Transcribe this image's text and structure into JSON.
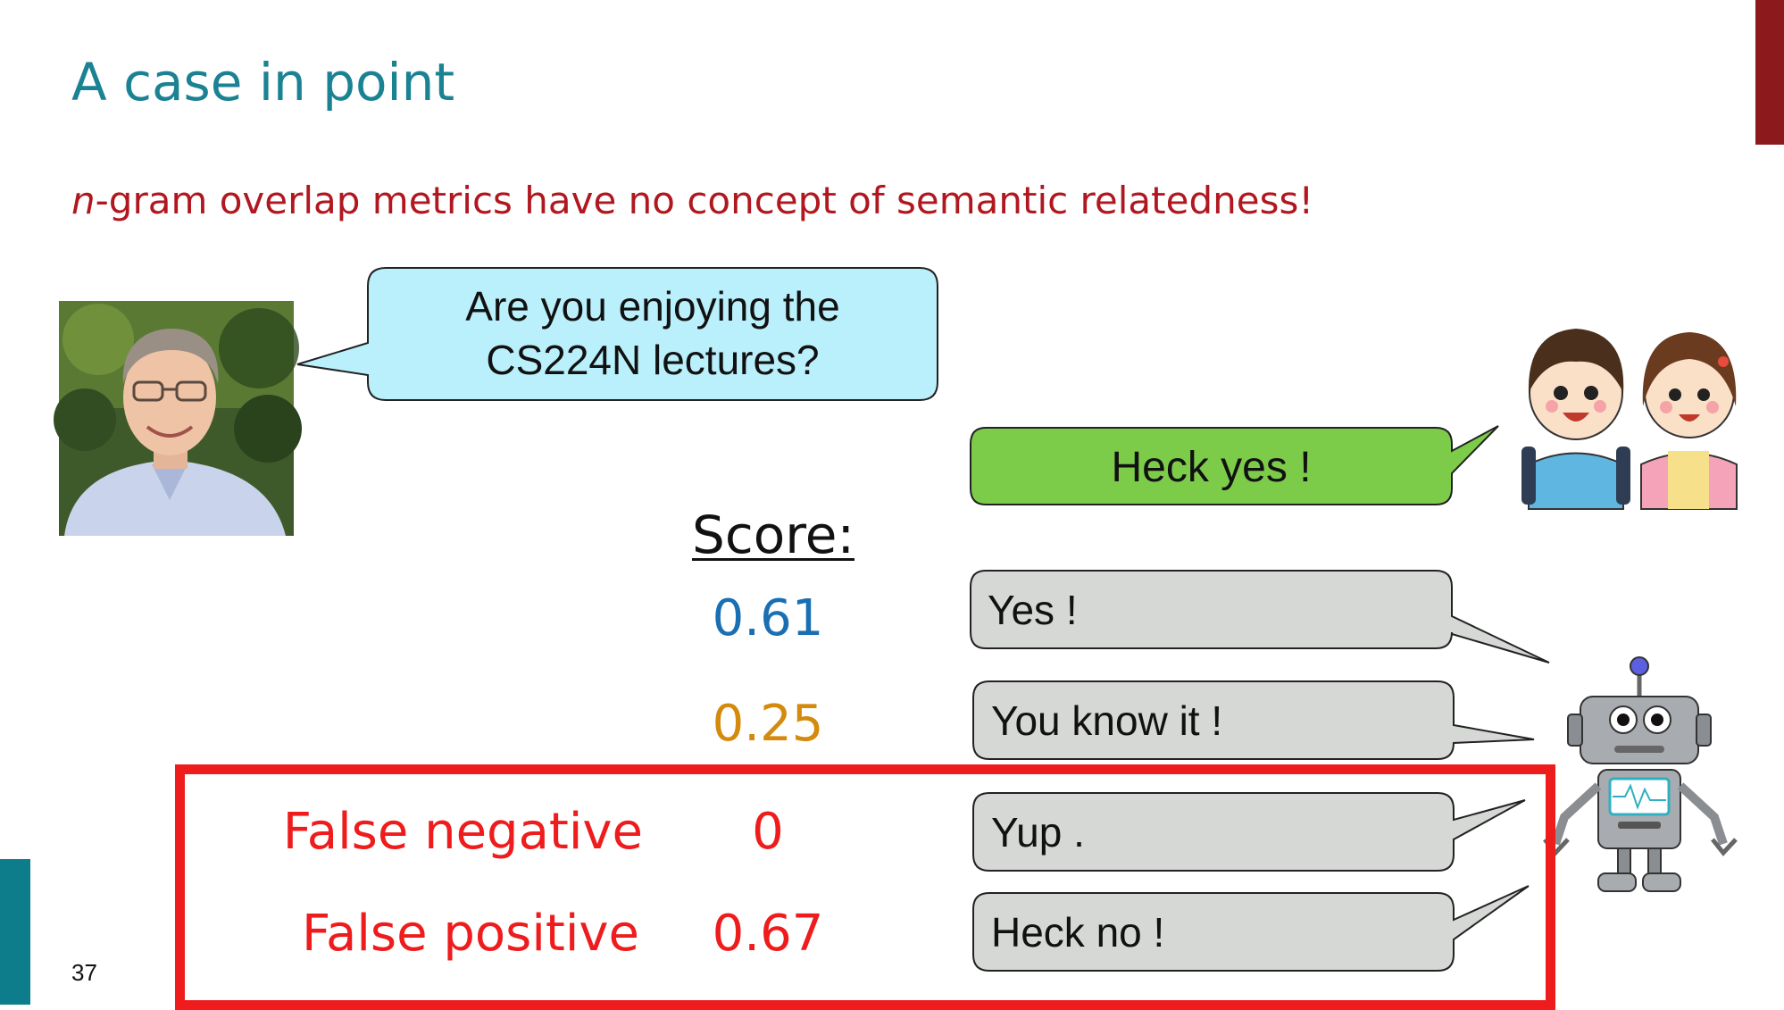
{
  "slide": {
    "title": "A case in point",
    "subtitle_italic": "n",
    "subtitle_rest": "-gram overlap metrics have no concept of semantic relatedness!",
    "page_number": "37"
  },
  "question": {
    "line1": "Are you enjoying the",
    "line2": "CS224N lectures?"
  },
  "reference_answer": "Heck yes !",
  "score_label": "Score:",
  "candidates": [
    {
      "text": "Yes !",
      "score": "0.61",
      "score_color": "#1a6fb3"
    },
    {
      "text": "You know it !",
      "score": "0.25",
      "score_color": "#d48a0c"
    },
    {
      "text": "Yup .",
      "score": "0",
      "score_color": "#ee1c1c",
      "label": "False negative"
    },
    {
      "text": "Heck no !",
      "score": "0.67",
      "score_color": "#ee1c1c",
      "label": "False positive"
    }
  ],
  "colors": {
    "title": "#1b8294",
    "subtitle": "#b0171f",
    "question_bubble": "#b9f0fb",
    "reference_bubble": "#7ccc4a",
    "candidate_bubble": "#d6d8d5",
    "highlight": "#ee1c1c"
  }
}
